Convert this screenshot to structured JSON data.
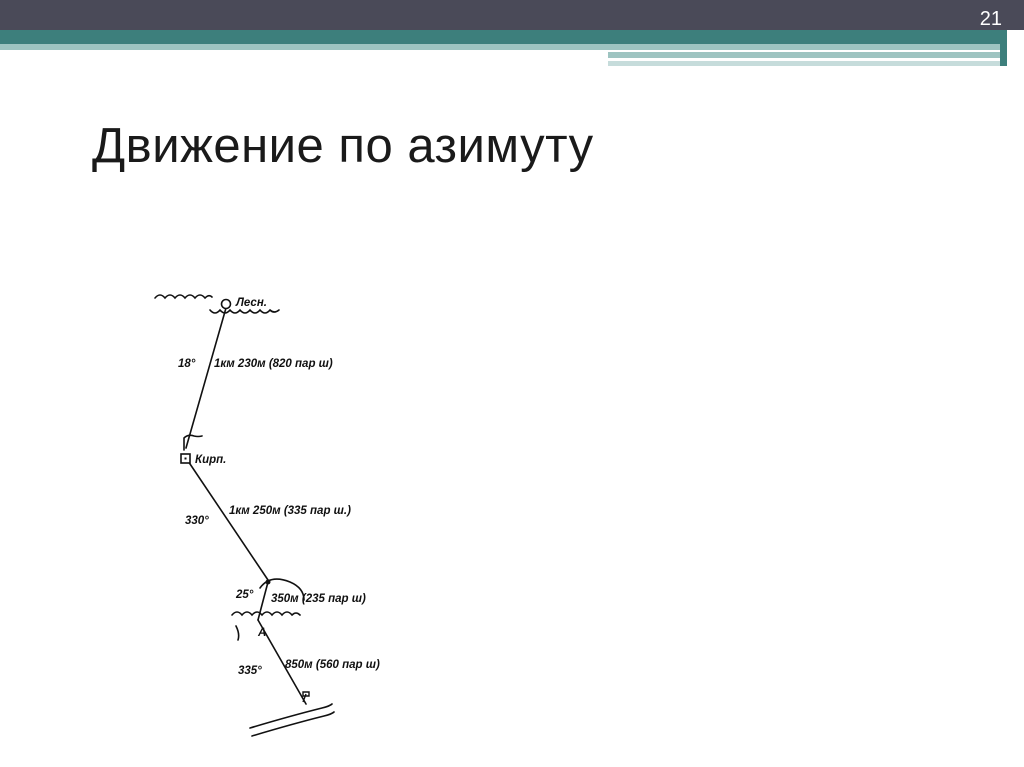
{
  "slide": {
    "number": "21",
    "title": "Движение по азимуту"
  },
  "diagram": {
    "landmarks": {
      "forest_house": "Лесн.",
      "brick_factory": "Кирп.",
      "point_a": "А"
    },
    "legs": [
      {
        "azimuth": "18°",
        "distance": "1км 230м (820 пар ш)"
      },
      {
        "azimuth": "330°",
        "distance": "1км 250м (335 пар ш.)"
      },
      {
        "azimuth": "25°",
        "distance": "350м (235 пар ш)"
      },
      {
        "azimuth": "335°",
        "distance": "850м (560 пар ш)"
      }
    ]
  }
}
